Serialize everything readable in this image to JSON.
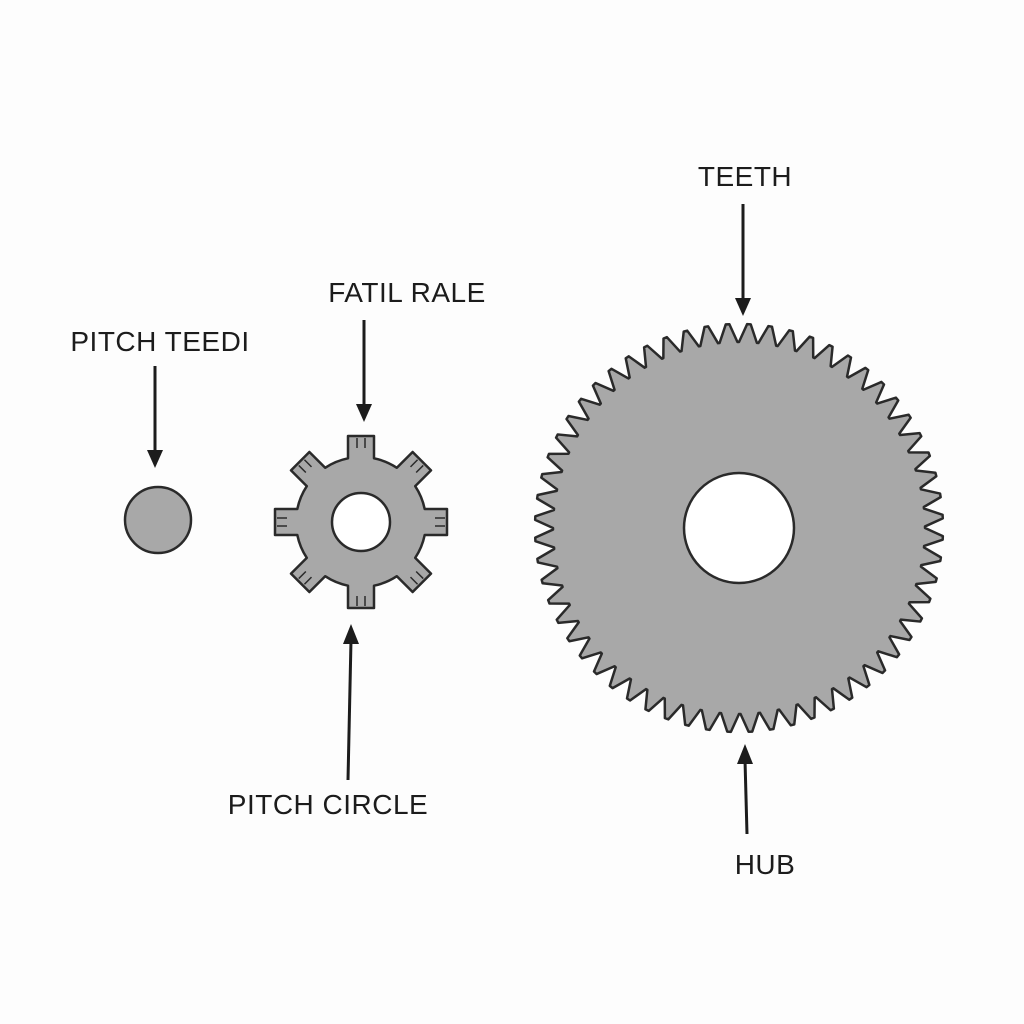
{
  "labels": {
    "pitch_teedi": "PITCH TEEDI",
    "fatil_rale": "FATIL RALE",
    "teeth": "TEETH",
    "pitch_circle": "PITCH CIRCLE",
    "hub": "HUB"
  },
  "colors": {
    "gear_fill": "#a8a8a8",
    "outline": "#2a2a2a",
    "hole": "#ffffff",
    "text": "#1c1c1c",
    "background": "#fdfdfd"
  },
  "small_gear": {
    "tooth_count": 8
  },
  "large_gear": {
    "tooth_count": 60
  }
}
